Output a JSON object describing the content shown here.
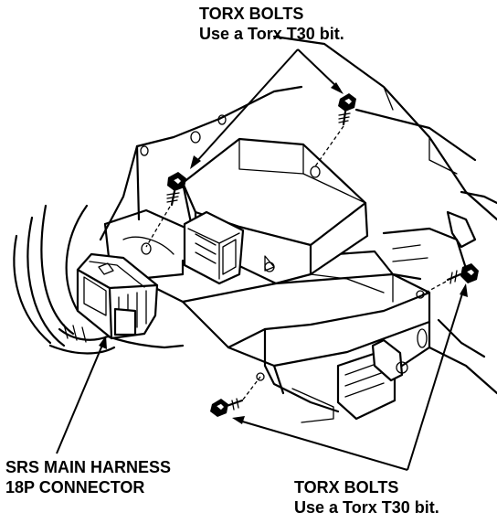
{
  "callouts": {
    "top_bolts": {
      "title": "TORX BOLTS",
      "note": "Use a Torx T30 bit."
    },
    "bottom_bolts": {
      "title": "TORX BOLTS",
      "note": "Use a Torx T30 bit."
    },
    "connector": {
      "line1": "SRS MAIN HARNESS",
      "line2": "18P CONNECTOR"
    }
  }
}
